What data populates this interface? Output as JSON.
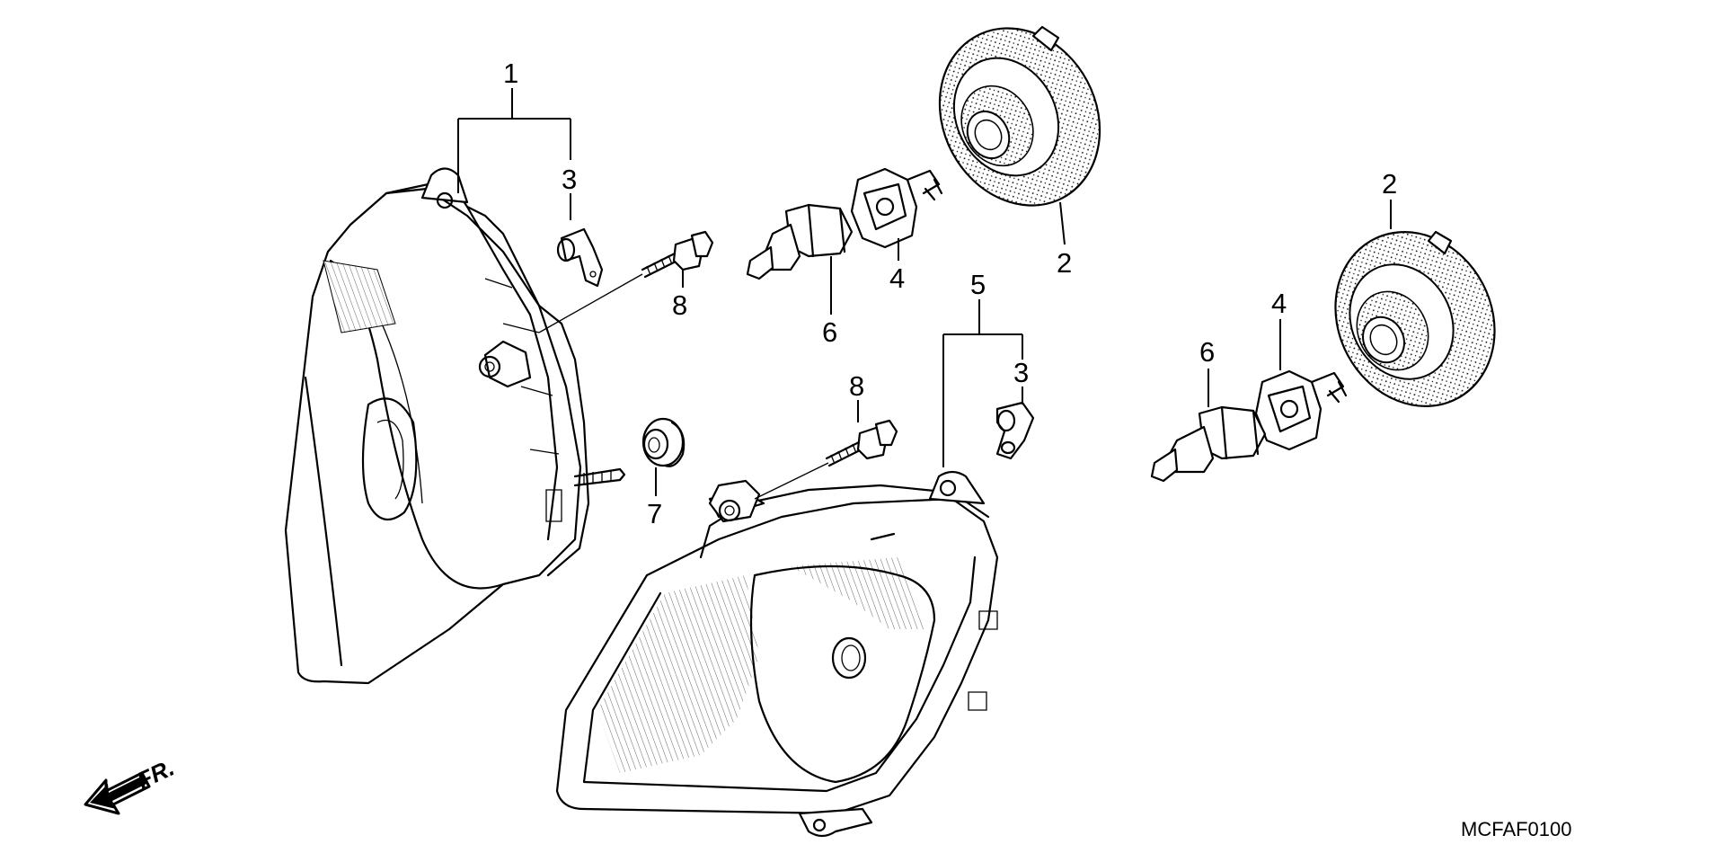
{
  "diagram": {
    "callouts": {
      "c1": "1",
      "c2a": "2",
      "c2b": "2",
      "c3a": "3",
      "c3b": "3",
      "c4a": "4",
      "c4b": "4",
      "c5": "5",
      "c6a": "6",
      "c6b": "6",
      "c7": "7",
      "c8a": "8",
      "c8b": "8"
    },
    "direction_label": "FR.",
    "drawing_code": "MCFAF0100",
    "colors": {
      "line": "#000000",
      "background": "#ffffff"
    }
  }
}
